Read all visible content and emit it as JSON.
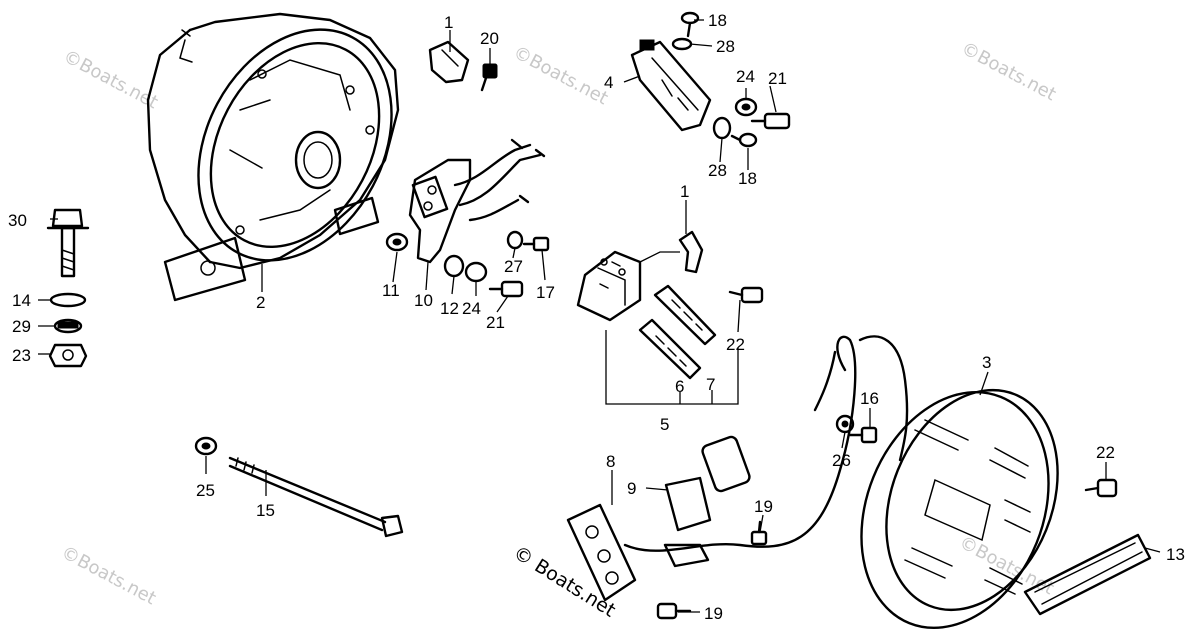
{
  "diagram": {
    "callouts": [
      {
        "id": "c1a",
        "text": "1"
      },
      {
        "id": "c1b",
        "text": "1"
      },
      {
        "id": "c2",
        "text": "2"
      },
      {
        "id": "c3",
        "text": "3"
      },
      {
        "id": "c4",
        "text": "4"
      },
      {
        "id": "c5",
        "text": "5"
      },
      {
        "id": "c6",
        "text": "6"
      },
      {
        "id": "c7",
        "text": "7"
      },
      {
        "id": "c8",
        "text": "8"
      },
      {
        "id": "c9",
        "text": "9"
      },
      {
        "id": "c10",
        "text": "10"
      },
      {
        "id": "c11",
        "text": "11"
      },
      {
        "id": "c12",
        "text": "12"
      },
      {
        "id": "c13",
        "text": "13"
      },
      {
        "id": "c14",
        "text": "14"
      },
      {
        "id": "c15",
        "text": "15"
      },
      {
        "id": "c16",
        "text": "16"
      },
      {
        "id": "c17",
        "text": "17"
      },
      {
        "id": "c18a",
        "text": "18"
      },
      {
        "id": "c18b",
        "text": "18"
      },
      {
        "id": "c19a",
        "text": "19"
      },
      {
        "id": "c19b",
        "text": "19"
      },
      {
        "id": "c20",
        "text": "20"
      },
      {
        "id": "c21a",
        "text": "21"
      },
      {
        "id": "c21b",
        "text": "21"
      },
      {
        "id": "c22a",
        "text": "22"
      },
      {
        "id": "c22b",
        "text": "22"
      },
      {
        "id": "c23",
        "text": "23"
      },
      {
        "id": "c24a",
        "text": "24"
      },
      {
        "id": "c24b",
        "text": "24"
      },
      {
        "id": "c25",
        "text": "25"
      },
      {
        "id": "c26",
        "text": "26"
      },
      {
        "id": "c27",
        "text": "27"
      },
      {
        "id": "c28a",
        "text": "28"
      },
      {
        "id": "c28b",
        "text": "28"
      },
      {
        "id": "c29",
        "text": "29"
      },
      {
        "id": "c30",
        "text": "30"
      }
    ]
  },
  "watermarks": {
    "light": "©Boats.net",
    "dark": "© Boats.net"
  }
}
